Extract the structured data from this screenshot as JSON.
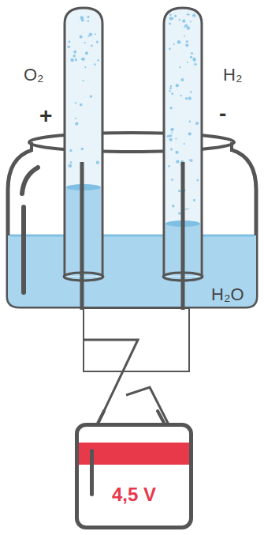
{
  "diagram": {
    "nodes": [
      {
        "text": [
          "4,5 V"
        ]
      }
    ],
    "labels": [
      "O₂",
      "+",
      "H₂",
      "-",
      "H₂O"
    ]
  }
}
